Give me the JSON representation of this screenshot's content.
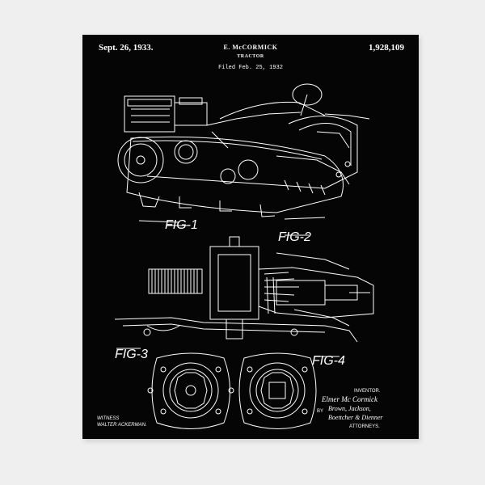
{
  "patent": {
    "date": "Sept. 26, 1933.",
    "inventor_header": "E. McCORMICK",
    "title": "TRACTOR",
    "filed": "Filed Feb. 25, 1932",
    "number": "1,928,109"
  },
  "figures": {
    "fig1": "FIG-1",
    "fig2": "FIG-2",
    "fig3": "FIG-3",
    "fig4": "FIG-4"
  },
  "footer": {
    "witness_label": "WITNESS",
    "witness_name": "WALTER ACKERMAN.",
    "inventor_label": "INVENTOR.",
    "inventor_name": "Elmer Mc Cormick",
    "by": "BY",
    "attorneys_1": "Brown, Jackson,",
    "attorneys_2": "Boettcher & Dienner",
    "attorneys_label": "ATTORNEYS."
  },
  "colors": {
    "wall": "#efefef",
    "print_background": "#050505",
    "ink": "#ffffff"
  }
}
